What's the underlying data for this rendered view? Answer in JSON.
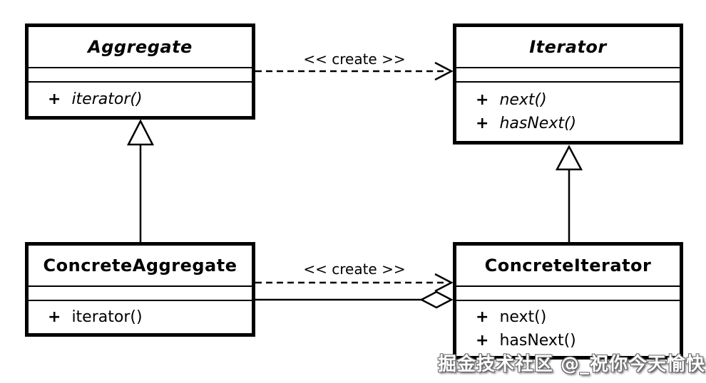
{
  "diagram": {
    "classes": [
      {
        "id": "aggregate",
        "name": "Aggregate",
        "abstract": true,
        "methods": [
          {
            "plus": "+",
            "name": "iterator()"
          }
        ]
      },
      {
        "id": "iterator",
        "name": "Iterator",
        "abstract": true,
        "methods": [
          {
            "plus": "+",
            "name": "next()"
          },
          {
            "plus": "+",
            "name": "hasNext()"
          }
        ]
      },
      {
        "id": "concrete-aggregate",
        "name": "ConcreteAggregate",
        "abstract": false,
        "methods": [
          {
            "plus": "+",
            "name": "iterator()"
          }
        ]
      },
      {
        "id": "concrete-iterator",
        "name": "ConcreteIterator",
        "abstract": false,
        "methods": [
          {
            "plus": "+",
            "name": "next()"
          },
          {
            "plus": "+",
            "name": "hasNext()"
          }
        ]
      }
    ],
    "labels": {
      "create_top": "<< create >>",
      "create_bottom": "<< create >>"
    },
    "colors": {
      "line": "#000000",
      "background": "#ffffff",
      "watermark_fill": "#ffffff",
      "watermark_shadow": "#666666"
    }
  },
  "watermark": {
    "text": "掘金技术社区 @_祝你今天愉快"
  }
}
